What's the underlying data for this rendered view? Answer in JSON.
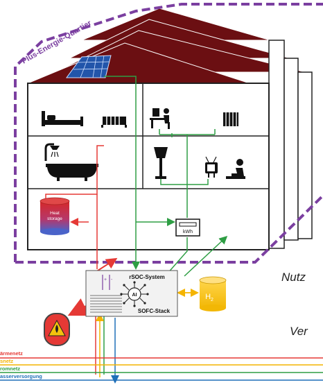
{
  "quarter_label": "Plus-Energie-Quartier",
  "right_labels": {
    "nutz": "Nutz",
    "ver": "Ver"
  },
  "components": {
    "heat_storage": "Heat\nstorage",
    "meter": "kWh",
    "rsoc": "rSOC-System",
    "ai": "AI",
    "sofc": "SOFC-Stack",
    "h2": "H",
    "h2_sub": "2"
  },
  "grids": [
    {
      "label": "ärmenetz",
      "color": "#e53935"
    },
    {
      "label": "snetz",
      "color": "#f4b400"
    },
    {
      "label": "romnetz",
      "color": "#2e9e44"
    },
    {
      "label": "asserversorgung",
      "color": "#1e6fb8"
    }
  ],
  "colors": {
    "roof": "#6b0f12",
    "border": "#7b3fa0",
    "heat": "#e53935",
    "electric": "#2e9e44",
    "gas": "#f4b400",
    "water": "#1e6fb8"
  },
  "icons": [
    "solar-panel-icon",
    "bed-icon",
    "radiator-icon",
    "person-at-desk-icon",
    "radiator-icon",
    "shower-icon",
    "bathtub-icon",
    "floor-lamp-icon",
    "tv-icon",
    "person-sitting-icon",
    "heat-storage-tank-icon",
    "kwh-meter-icon",
    "rsoc-system-icon",
    "hydrogen-tank-icon",
    "fire-hazard-icon"
  ]
}
